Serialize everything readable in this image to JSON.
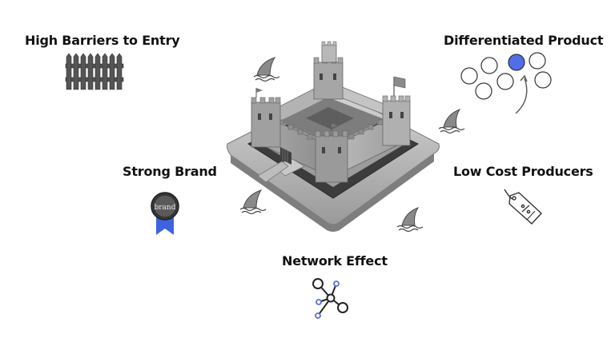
{
  "labels": {
    "barriers": "High Barriers to Entry",
    "differentiated": "Differentiated Product",
    "brand": "Strong Brand",
    "low_cost": "Low Cost Producers",
    "network": "Network Effect"
  },
  "badge_text": "brand",
  "colors": {
    "accent_blue": "#4f6ee8",
    "badge_ribbon": "#3f63e0",
    "text": "#111111",
    "castle_gray": "#8c8c8c",
    "fin_gray": "#8a8a8a"
  },
  "icons": {
    "barriers": "fence-icon",
    "differentiated": "circles-choice-icon",
    "brand": "brand-badge-icon",
    "low_cost": "price-tag-icon",
    "network": "network-nodes-icon",
    "center": "castle-moat-illustration",
    "sharks": "shark-fin-icon"
  }
}
